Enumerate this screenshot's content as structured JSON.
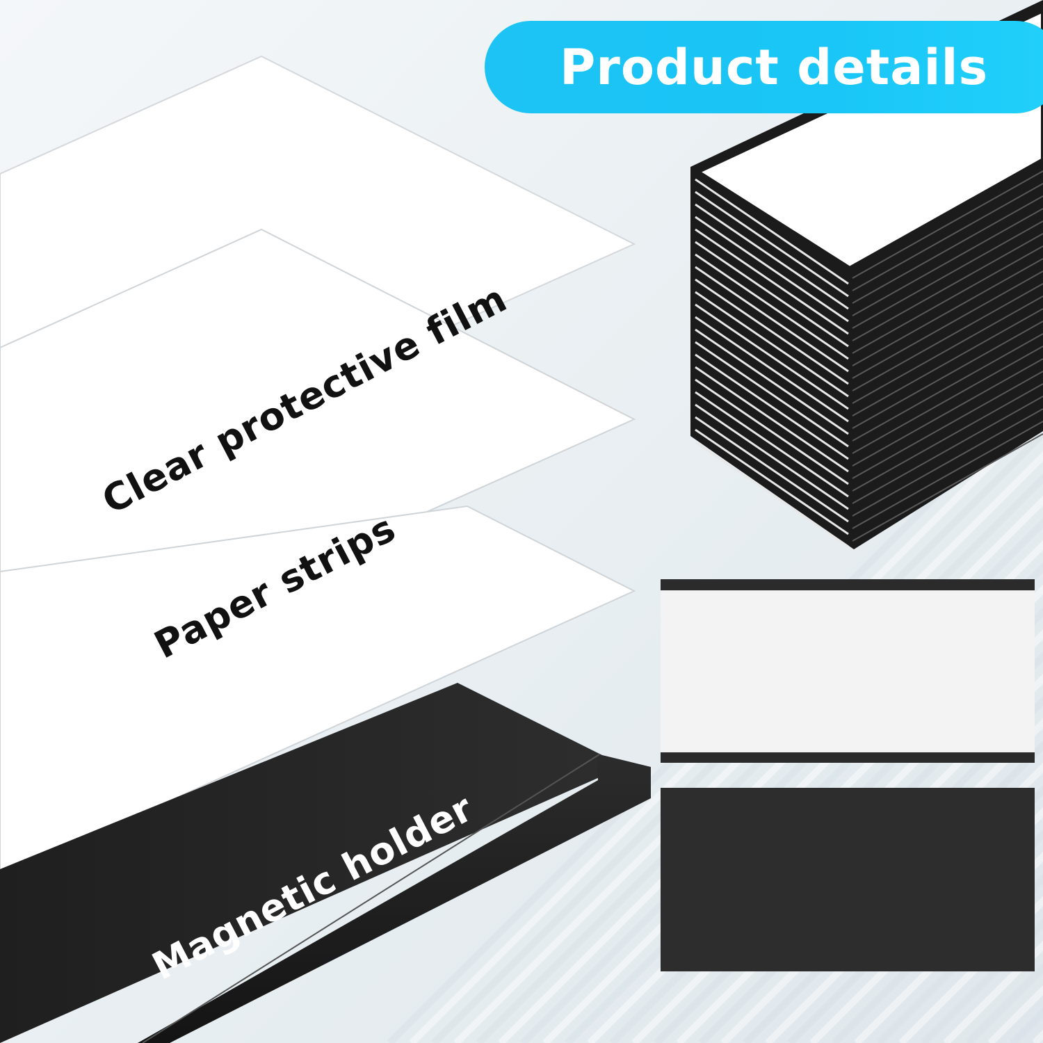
{
  "banner": {
    "title": "Product details"
  },
  "layers": {
    "film": "Clear protective film",
    "paper": "Paper strips",
    "holder": "Magnetic holder"
  },
  "colors": {
    "accent": "#1cc3f4",
    "holder": "#2b2b2b",
    "sheet": "#ffffff",
    "background": "#e7eef2"
  }
}
